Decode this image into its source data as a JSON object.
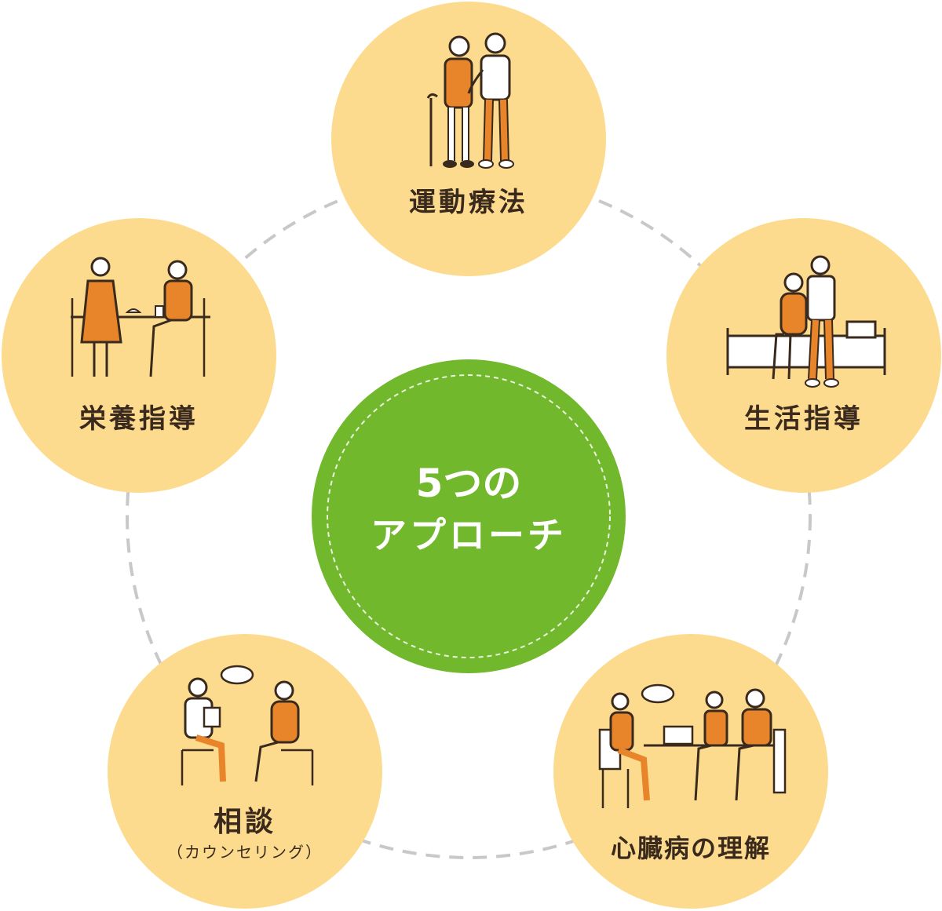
{
  "center": {
    "line1": "5つの",
    "line2": "アプローチ",
    "color": "#72b82c"
  },
  "approaches": [
    {
      "id": "exercise",
      "label": "運動療法",
      "sub": ""
    },
    {
      "id": "lifestyle",
      "label": "生活指導",
      "sub": ""
    },
    {
      "id": "heart",
      "label": "心臓病の理解",
      "sub": ""
    },
    {
      "id": "counseling",
      "label": "相談",
      "sub": "（カウンセリング）"
    },
    {
      "id": "nutrition",
      "label": "栄養指導",
      "sub": ""
    }
  ],
  "colors": {
    "node_fill": "#fddb8e",
    "ring_dash": "#c8c8c8",
    "accent_orange": "#e8852a",
    "outline": "#3a2a1e"
  }
}
